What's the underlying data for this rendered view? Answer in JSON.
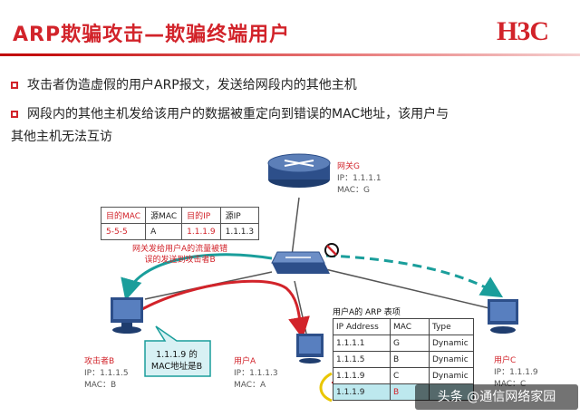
{
  "title": "ARP欺骗攻击—欺骗终端用户",
  "logo": "H3C",
  "bullets": [
    "攻击者伪造虚假的用户ARP报文，发送给网段内的其他主机",
    "网段内的其他主机发给该用户的数据被重定向到错误的MAC地址，该用户与"
  ],
  "bullet2_cont": "其他主机无法互访",
  "gateway": {
    "name": "网关G",
    "ip": "IP：1.1.1.1",
    "mac": "MAC：G"
  },
  "frame_table": {
    "headers": [
      "目的MAC",
      "源MAC",
      "目的IP",
      "源IP"
    ],
    "row": [
      "5-5-5",
      "A",
      "1.1.1.9",
      "1.1.1.3"
    ]
  },
  "annotation": [
    "网关发给用户A的流量被错",
    "误的发送到攻击者B"
  ],
  "arp_table": {
    "title": "用户A的 ARP 表项",
    "headers": [
      "IP Address",
      "MAC",
      "Type"
    ],
    "rows": [
      [
        "1.1.1.1",
        "G",
        "Dynamic"
      ],
      [
        "1.1.1.5",
        "B",
        "Dynamic"
      ],
      [
        "1.1.1.9",
        "C",
        "Dynamic"
      ],
      [
        "1.1.1.9",
        "B",
        ""
      ]
    ]
  },
  "callout": [
    "1.1.1.9 的",
    "MAC地址是B"
  ],
  "attacker": {
    "name": "攻击者B",
    "ip": "IP：1.1.1.5",
    "mac": "MAC：B"
  },
  "user_a": {
    "name": "用户A",
    "ip": "IP：1.1.1.3",
    "mac": "MAC：A"
  },
  "user_c": {
    "name": "用户C",
    "ip": "IP：1.1.1.9",
    "mac": "MAC：C"
  },
  "watermark": "头条 @通信网络家园",
  "colors": {
    "accent": "#d2232a",
    "teal": "#1a9e9b",
    "device": "#2d4f8a"
  }
}
